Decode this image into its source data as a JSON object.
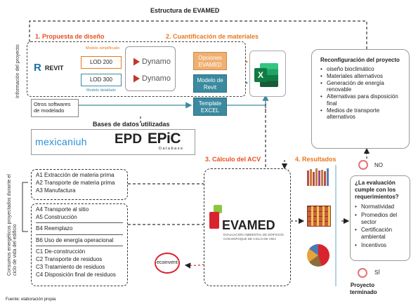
{
  "title": "Estructura de EVAMED",
  "stage1": {
    "title": "1. Propuesta de diseño"
  },
  "stage2": {
    "title": "2. Cuantificación de materiales"
  },
  "stage3": {
    "title": "3. Cálculo del ACV"
  },
  "stage4": {
    "title": "4. Resultados"
  },
  "side_labels": {
    "info": "Información del proyecto",
    "consumption": "Consumos energéticos proyectados durante el ciclo de vida del edificio"
  },
  "revit": {
    "label": "REVIT"
  },
  "lod200": {
    "label": "LOD 200",
    "note": "Modelo simplificado"
  },
  "lod300": {
    "label": "LOD 300",
    "note": "Modelo detallado"
  },
  "dynamo": {
    "label": "Dynamo"
  },
  "opciones_evamed": {
    "line1": "Opciones",
    "line2": "EVAMED"
  },
  "modelo_revit": {
    "line1": "Modelo de",
    "line2": "Revit"
  },
  "template_excel": {
    "line1": "Template",
    "line2": "EXCEL"
  },
  "otros_software": {
    "line1": "Otros softwares",
    "line2": "de modelado"
  },
  "databases": {
    "title": "Bases de datos utilizadas",
    "mexicaniuh": "mexicaniuh",
    "epd": "EPD",
    "epic": "EPiC",
    "epic_sub": "Database"
  },
  "reconfig": {
    "title": "Reconfiguración del proyecto",
    "items": [
      "oiseño bioclimático",
      "Materiales alternativos",
      "Generación de energía renovable",
      "Alternativas para disposición final",
      "Medios de transporte alternativos"
    ]
  },
  "groupA": [
    "A1 Extracción de materia prima",
    "A2 Transporte de materia prima",
    "A3 Manufactura"
  ],
  "groupB1": [
    "A4 Transporte al sitio",
    "A5 Construcción"
  ],
  "groupB2": [
    "B4 Reemplazo"
  ],
  "groupB3": [
    "B6 Uso de energía operacional"
  ],
  "groupC": [
    "C1 De-construcción",
    "C2 Transporte de residuos",
    "C3 Tratamiento de residuos",
    "C4 Disposición final de residuos"
  ],
  "evamed": {
    "name": "EVAMED",
    "sub1": "EVALUACIÓN AMBIENTAL DE EDIFICIOS",
    "sub2": "CON ENFOQUE DE CICLO DE VIDA"
  },
  "ecoinvent": {
    "label": "ecoinvent"
  },
  "decision": {
    "no": "NO",
    "question": "¿La evaluación cumple con los requerimientos?",
    "items": [
      "Normatividad",
      "Promedios del sector",
      "Certificación ambiental",
      "Incentivos"
    ],
    "yes": "SÍ",
    "final1": "Proyecto",
    "final2": "terminado"
  },
  "source": "Fuente: elaboración propia",
  "colors": {
    "orange": "#e8781e",
    "teal": "#3b8aa0",
    "red": "#d9232e",
    "excel": "#1e7145",
    "revit": "#1d6fa8"
  }
}
